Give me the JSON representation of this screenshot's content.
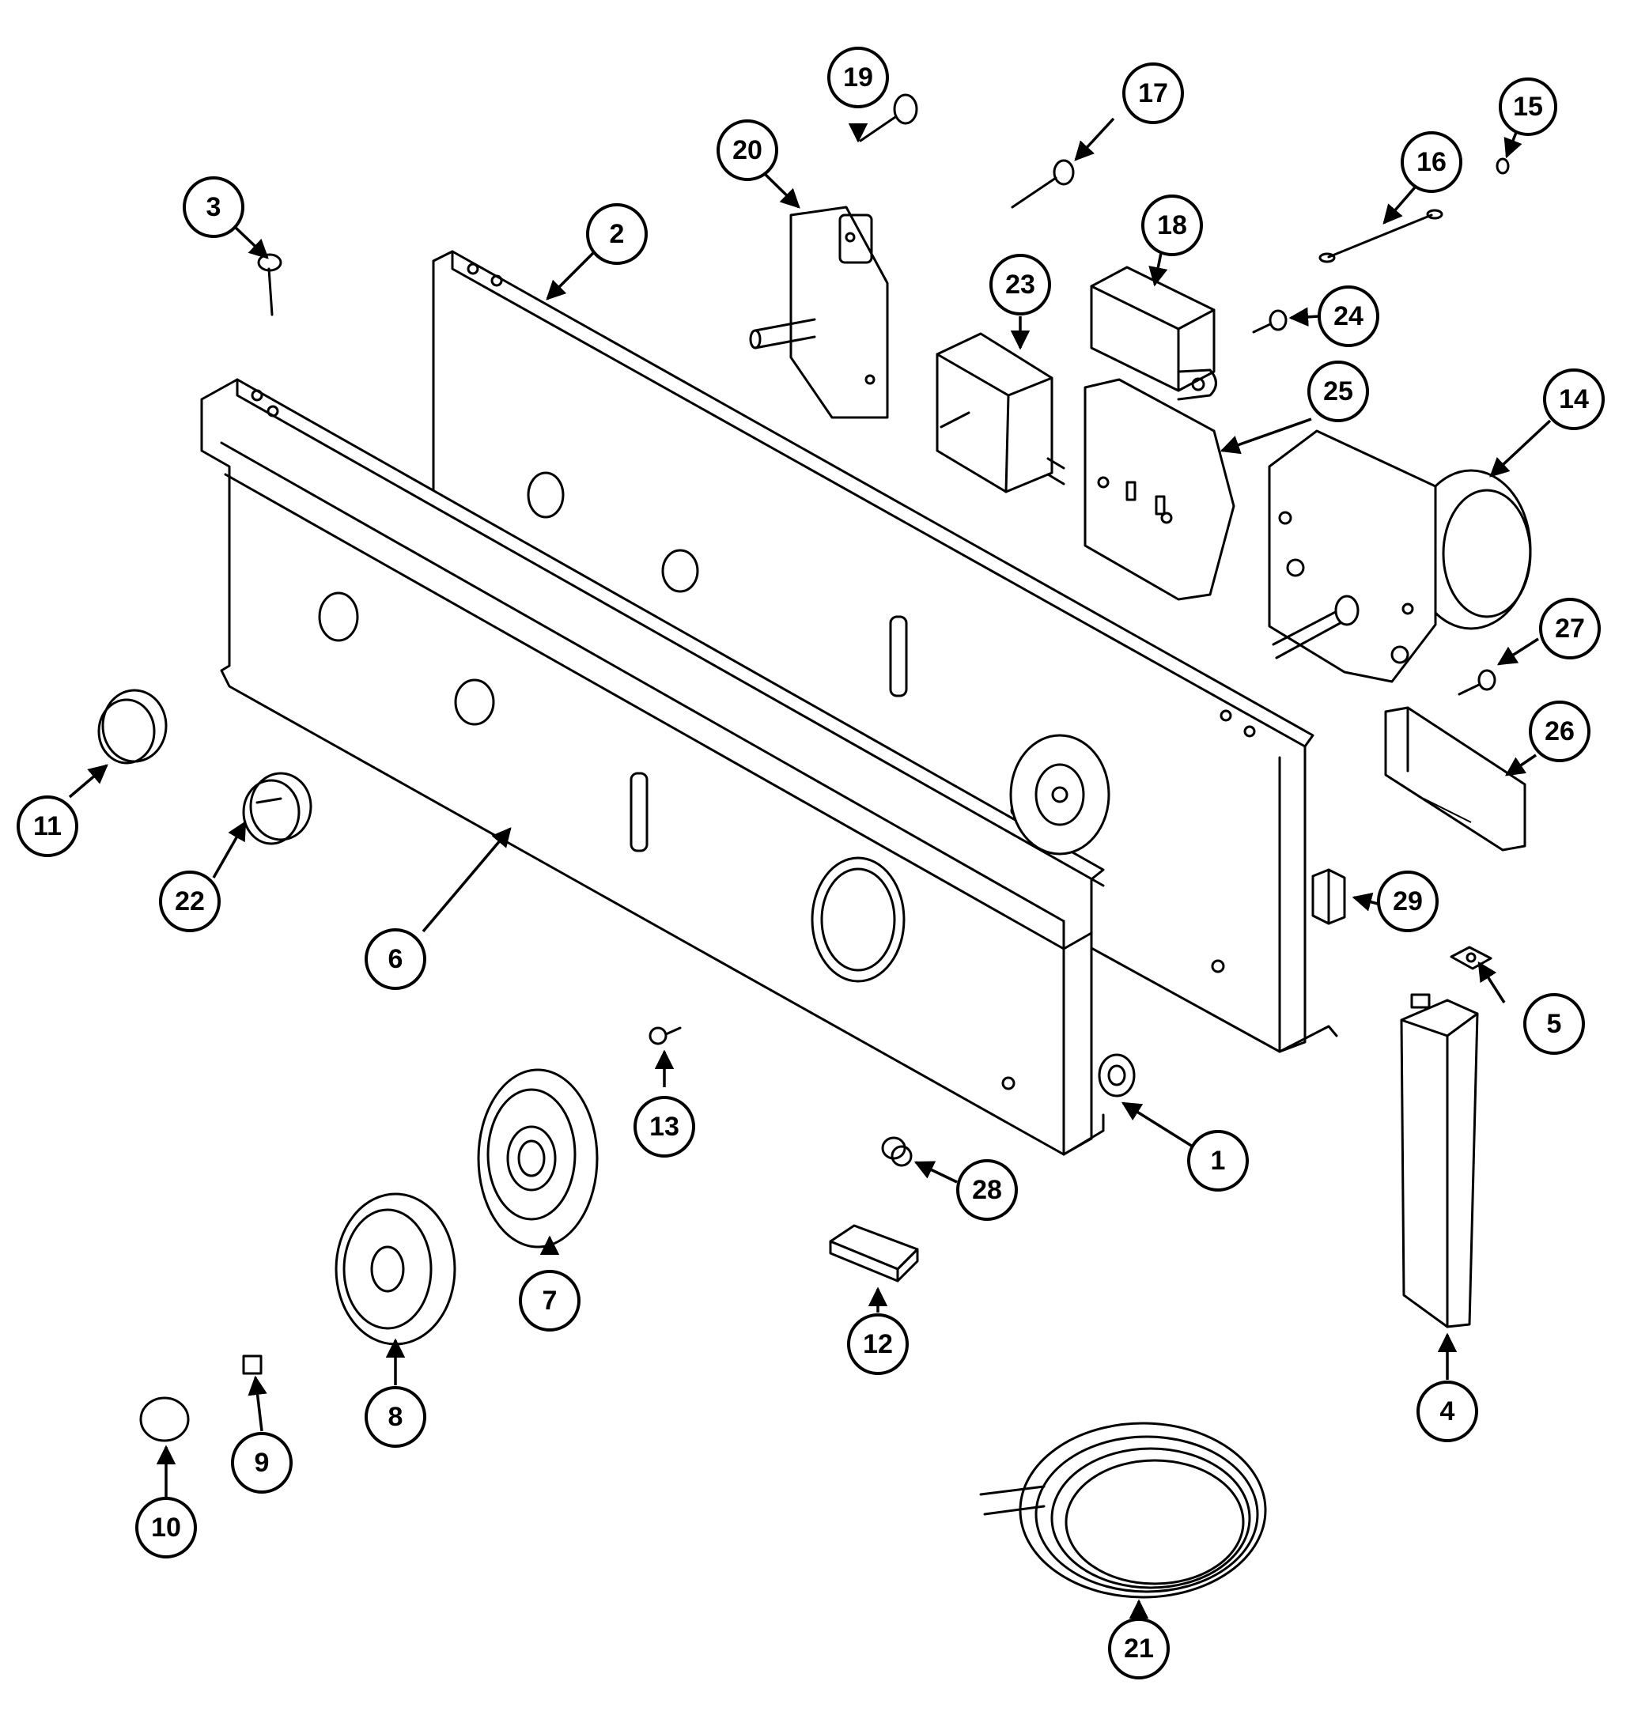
{
  "callouts": [
    {
      "label": "1"
    },
    {
      "label": "2"
    },
    {
      "label": "3"
    },
    {
      "label": "4"
    },
    {
      "label": "5"
    },
    {
      "label": "6"
    },
    {
      "label": "7"
    },
    {
      "label": "8"
    },
    {
      "label": "9"
    },
    {
      "label": "10"
    },
    {
      "label": "11"
    },
    {
      "label": "12"
    },
    {
      "label": "13"
    },
    {
      "label": "14"
    },
    {
      "label": "15"
    },
    {
      "label": "16"
    },
    {
      "label": "17"
    },
    {
      "label": "18"
    },
    {
      "label": "19"
    },
    {
      "label": "20"
    },
    {
      "label": "21"
    },
    {
      "label": "22"
    },
    {
      "label": "23"
    },
    {
      "label": "24"
    },
    {
      "label": "25"
    },
    {
      "label": "26"
    },
    {
      "label": "27"
    },
    {
      "label": "28"
    },
    {
      "label": "29"
    }
  ]
}
